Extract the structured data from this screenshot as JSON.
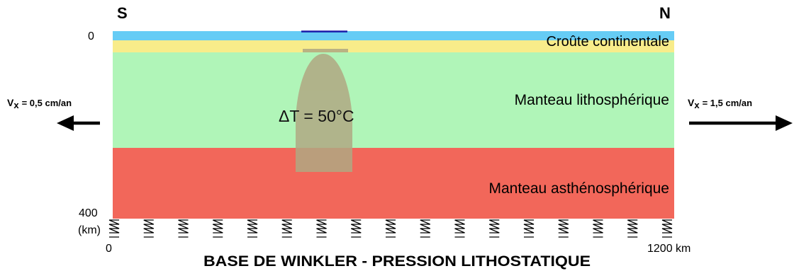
{
  "labels": {
    "south": "S",
    "north": "N",
    "depth_top": "0",
    "depth_bottom": "400",
    "depth_unit": "(km)",
    "x_start": "0",
    "x_end": "1200 km",
    "continental_crust": "Croûte continentale",
    "lithospheric_mantle": "Manteau lithosphérique",
    "asthenospheric_mantle": "Manteau asthénosphérique",
    "anomaly": "ΔT = 50°C",
    "base_caption": "BASE DE WINKLER - PRESSION LITHOSTATIQUE"
  },
  "velocities": {
    "left": {
      "symbol": "V",
      "subscript": "x",
      "value": "= 0,5 cm/an",
      "direction": "left-arrow-icon"
    },
    "right": {
      "symbol": "V",
      "subscript": "x",
      "value": "= 1,5 cm/an",
      "direction": "right-arrow-icon"
    }
  },
  "colors": {
    "upper_crust": "#66ccf5",
    "lower_crust": "#f8ec8a",
    "lithospheric_mantle": "#b0f5b8",
    "asthenospheric_mantle": "#f2675a",
    "anomaly": "#b0a882",
    "surface_marker": "#1a1aa8"
  },
  "icons": [
    "left-arrow-icon",
    "right-arrow-icon",
    "winkler-spring-icon"
  ]
}
